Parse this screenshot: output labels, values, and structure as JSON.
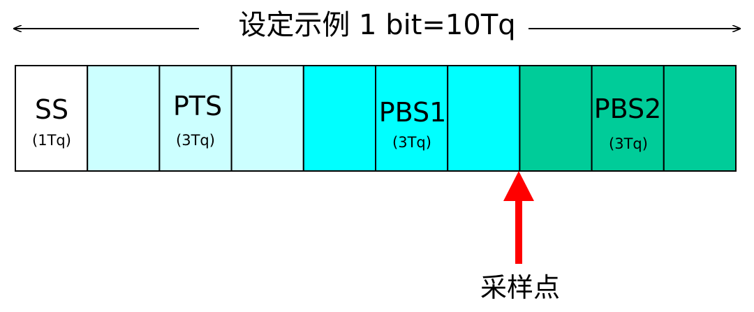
{
  "title": "设定示例 1 bit=10Tq",
  "segments": [
    {
      "name": "SS",
      "length": "(1Tq)",
      "tq": 1,
      "color": "#ffffff"
    },
    {
      "name": "PTS",
      "length": "(3Tq)",
      "tq": 3,
      "color": "#ccffff"
    },
    {
      "name": "PBS1",
      "length": "(3Tq)",
      "tq": 3,
      "color": "#00ffff"
    },
    {
      "name": "PBS2",
      "length": "(3Tq)",
      "tq": 3,
      "color": "#00cc99"
    }
  ],
  "sample_point": {
    "label": "采样点",
    "after_tq": 7,
    "color": "#ff0000"
  }
}
